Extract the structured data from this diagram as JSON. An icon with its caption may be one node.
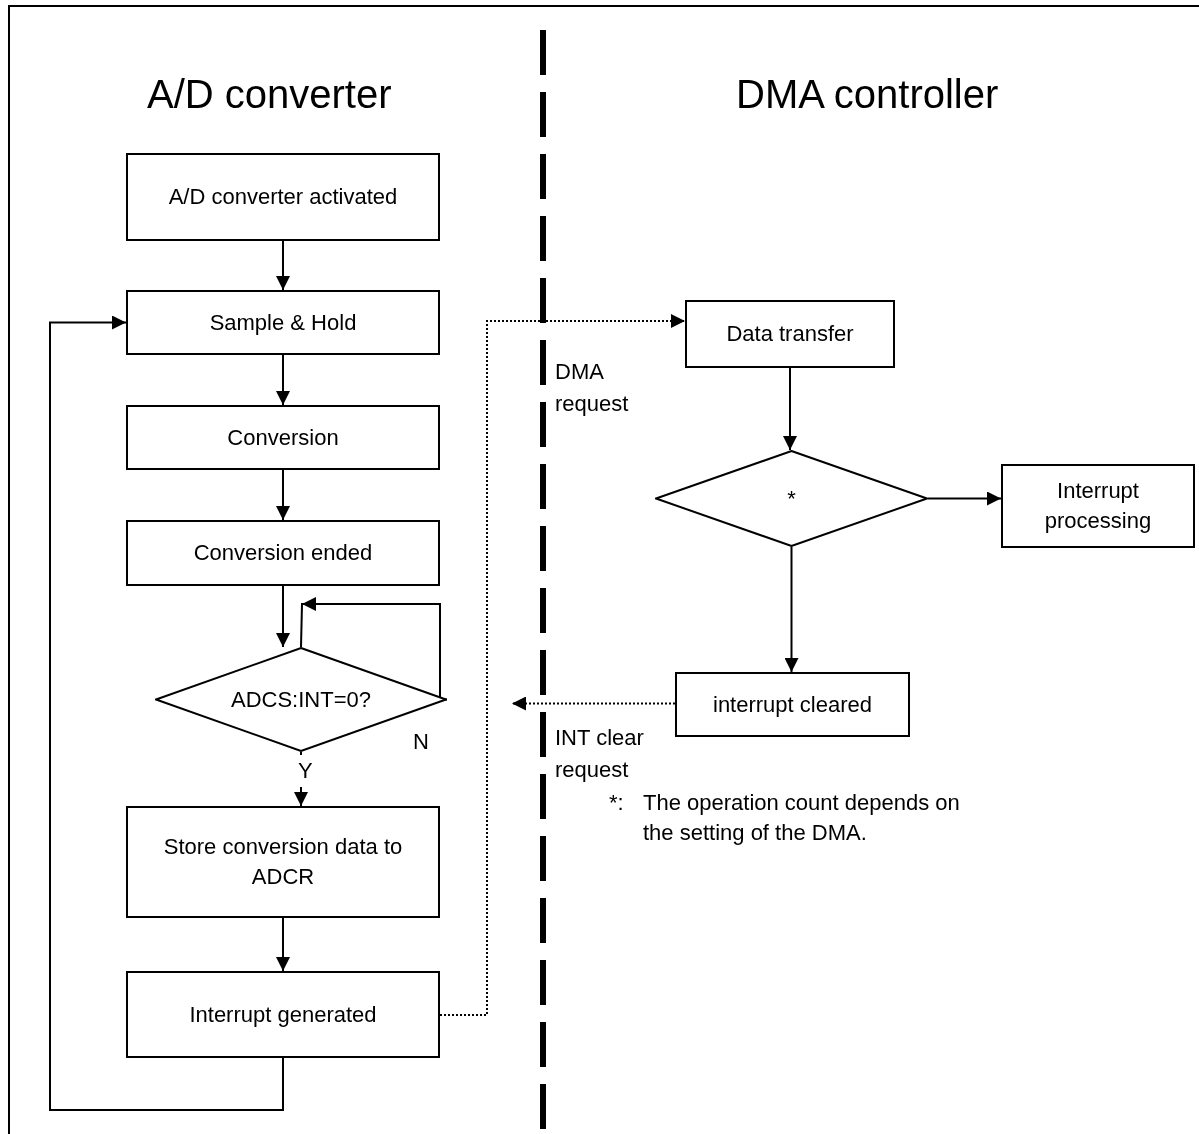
{
  "diagram": {
    "nodes": [
      {
        "text": [
          "A/D converter activated"
        ]
      },
      {
        "text": [
          "Sample & Hold"
        ]
      },
      {
        "text": [
          "Conversion"
        ]
      },
      {
        "text": [
          "Conversion ended"
        ]
      },
      {
        "text": [
          "ADCS:INT=0?"
        ]
      },
      {
        "text": [
          "Store conversion data to ADCR"
        ]
      },
      {
        "text": [
          "Interrupt generated"
        ]
      },
      {
        "text": [
          "Data transfer"
        ]
      },
      {
        "text": [
          "*"
        ]
      },
      {
        "text": [
          "Interrupt processing"
        ]
      },
      {
        "text": [
          "interrupt cleared"
        ]
      }
    ],
    "edges": [
      {
        "from": 0,
        "to": 1,
        "arrow": "to"
      },
      {
        "from": 1,
        "to": 2,
        "arrow": "to"
      },
      {
        "from": 2,
        "to": 3,
        "arrow": "to"
      },
      {
        "from": 3,
        "to": 4,
        "arrow": "to"
      },
      {
        "from": 4,
        "to": 4,
        "arrow": "to",
        "label": "N"
      },
      {
        "from": 4,
        "to": 5,
        "arrow": "to",
        "label": "Y"
      },
      {
        "from": 5,
        "to": 6,
        "arrow": "to"
      },
      {
        "from": 6,
        "to": 1,
        "arrow": "to"
      },
      {
        "from": 6,
        "to": 7,
        "arrow": "to",
        "label": "DMA request",
        "style": "dashed"
      },
      {
        "from": 7,
        "to": 8,
        "arrow": "to"
      },
      {
        "from": 8,
        "to": 9,
        "arrow": "to"
      },
      {
        "from": 8,
        "to": 10,
        "arrow": "to"
      },
      {
        "from": 10,
        "to": null,
        "arrow": "to",
        "label": "INT clear request",
        "style": "dashed"
      }
    ],
    "labels": [
      "A/D converter",
      "DMA controller",
      "*:",
      "The operation count depends on the setting of the DMA."
    ]
  }
}
